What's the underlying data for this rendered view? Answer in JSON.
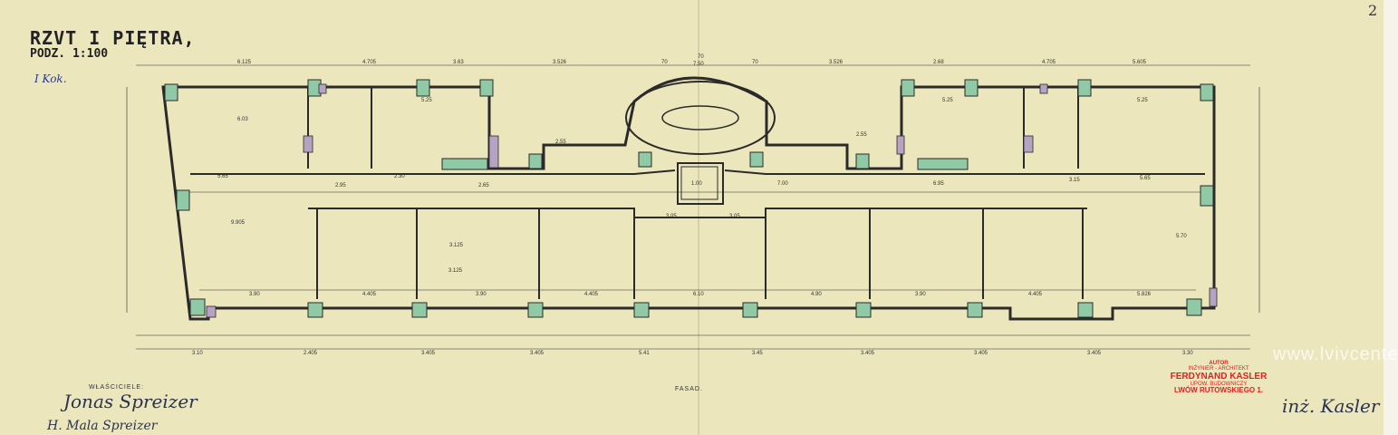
{
  "drawing": {
    "title": "RZVT I PIĘTRA,",
    "scale": "PODZ. 1:100",
    "page_number": "2",
    "margin_note": "I Kok."
  },
  "plan_labels": {
    "facade": "FASAD.",
    "top_dims": [
      "6.125",
      "4.705",
      "3.63",
      "3.526",
      "7.50",
      "3.526",
      "2.68",
      "4.705",
      "5.605"
    ],
    "stair_dims": [
      "70",
      "70",
      "70"
    ],
    "upper_room_dims": [
      "6.03",
      "5.25",
      "5.25",
      "5.25",
      "2.55",
      "2.55"
    ],
    "corridor_dims": [
      "5.65",
      "2.95",
      "2.30",
      "2.65",
      "1.00",
      "7.00",
      "6.95",
      "3.15",
      "5.65"
    ],
    "room_dims": [
      "9.905",
      "3.125",
      "3.05",
      "3.05",
      "3.125",
      "5.70"
    ],
    "lower_dims": [
      "3.90",
      "4.405",
      "3.90",
      "4.405",
      "6.10",
      "4.90",
      "3.90",
      "4.405",
      "5.826"
    ],
    "bottom_dims": [
      "3.10",
      "2.405",
      "3.405",
      "3.405",
      "5.41",
      "3.45",
      "3.405",
      "3.405",
      "3.405",
      "3.30"
    ]
  },
  "signatures": {
    "owner_label": "WŁAŚCICIELE:",
    "owner1": "Jonas Spreizer",
    "owner2": "H. Mala Spreizer",
    "architect_sig": "inż. Kasler"
  },
  "stamp": {
    "role": "AUTOR",
    "title": "INŻYNIER - ARCHITEKT",
    "name": "FERDYNAND KASLER",
    "license": "UPOW. BUDOWNICZY",
    "address": "LWÓW RUTOWSKIEGO 1."
  },
  "watermark": "www.lvivcenter.org",
  "colors": {
    "paper": "#ece6bd",
    "ink": "#2a2a2a",
    "pillar": "#8fc9a6",
    "accent": "#b6a3c4",
    "stamp": "#dd2222"
  }
}
